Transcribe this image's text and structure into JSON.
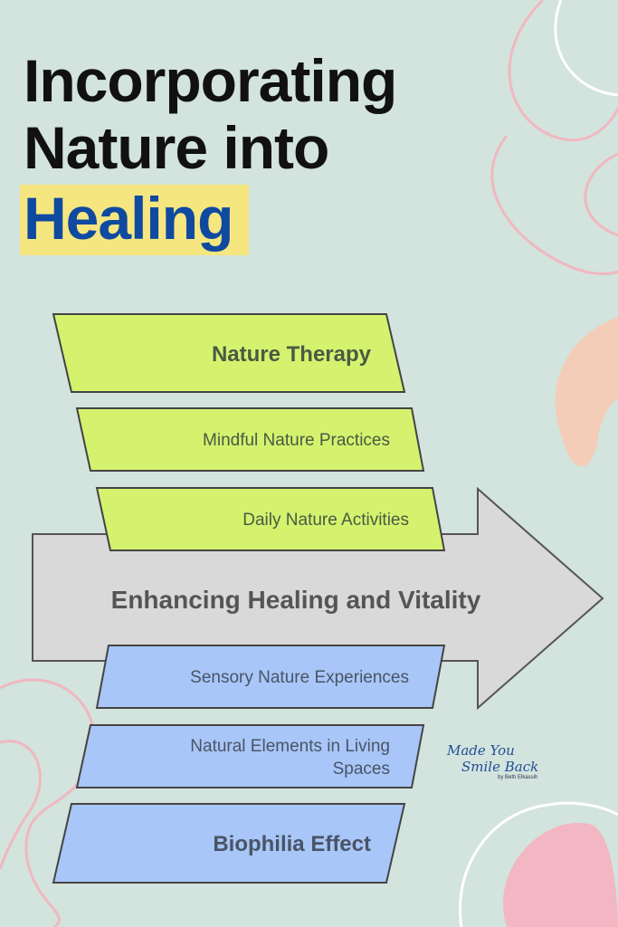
{
  "title": {
    "line1": "Incorporating",
    "line2": "Nature into",
    "highlight": "Healing"
  },
  "diagram": {
    "center": "Enhancing Healing and Vitality",
    "top_items": [
      "Nature Therapy",
      "Mindful Nature Practices",
      "Daily Nature Activities"
    ],
    "bottom_items": [
      "Sensory Nature Experiences",
      [
        "Natural Elements in Living",
        "Spaces"
      ],
      "Biophilia Effect"
    ]
  },
  "logo": {
    "line1": "Made You",
    "line2": "Smile Back",
    "byline": "by Beth Elkassih"
  },
  "colors": {
    "background": "#d3e3dd",
    "green": "#d4f26e",
    "blue": "#a8c6f7",
    "arrow": "#d9d9d9",
    "highlight": "#f5e680",
    "title_blue": "#0f4aa0"
  }
}
